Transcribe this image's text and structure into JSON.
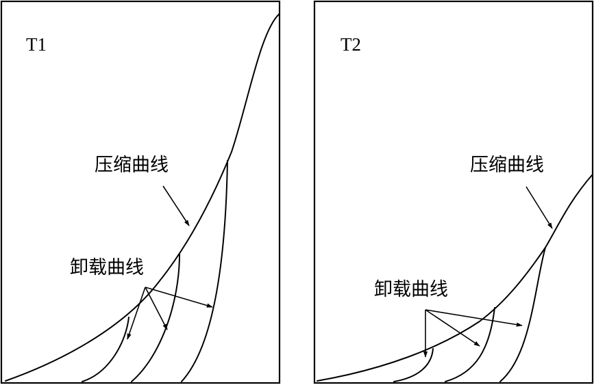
{
  "panels": [
    {
      "id": "T1",
      "compression_label": "压缩曲线",
      "unloading_label": "卸载曲线"
    },
    {
      "id": "T2",
      "compression_label": "压缩曲线",
      "unloading_label": "卸载曲线"
    }
  ],
  "colors": {
    "stroke": "#000000",
    "background": "#ffffff"
  }
}
